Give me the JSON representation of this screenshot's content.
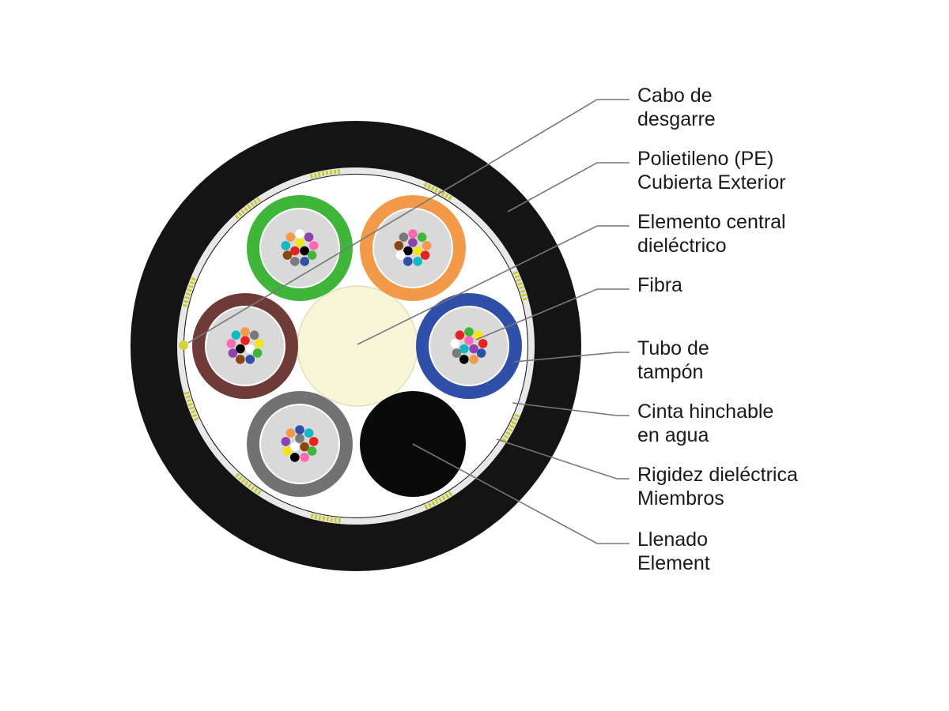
{
  "colors": {
    "jacket": "#141414",
    "tape": "#e8e8e8",
    "tape_stripe": "#c9c93a",
    "core_fill": "#ffffff",
    "central_element": "#f8f6d8",
    "filler": "#0a0a0a",
    "leader": "#777777",
    "tube_inner": "#d9d9d9"
  },
  "tubes": [
    {
      "name": "green",
      "color": "#3fb53a",
      "fiber_colors": [
        "#f3e51b",
        "#000000",
        "#e52421",
        "#ffffff",
        "#8e44ad",
        "#ff69b4",
        "#3fb53a",
        "#2f4fa8",
        "#7a7a7a",
        "#8b4513",
        "#14b8c4",
        "#f39a4a"
      ]
    },
    {
      "name": "orange",
      "color": "#f39a4a",
      "fiber_colors": [
        "#8e44ad",
        "#f3e51b",
        "#000000",
        "#ff69b4",
        "#3fb53a",
        "#f39a4a",
        "#e52421",
        "#14b8c4",
        "#2f4fa8",
        "#ffffff",
        "#8b4513",
        "#7a7a7a"
      ]
    },
    {
      "name": "brown",
      "color": "#6e3b38",
      "fiber_colors": [
        "#e52421",
        "#ffffff",
        "#000000",
        "#f39a4a",
        "#7a7a7a",
        "#f3e51b",
        "#3fb53a",
        "#2f4fa8",
        "#8b4513",
        "#8e44ad",
        "#ff69b4",
        "#14b8c4"
      ]
    },
    {
      "name": "blue",
      "color": "#2f4fa8",
      "fiber_colors": [
        "#ff69b4",
        "#8e44ad",
        "#14b8c4",
        "#3fb53a",
        "#f3e51b",
        "#e52421",
        "#2f4fa8",
        "#f39a4a",
        "#000000",
        "#7a7a7a",
        "#ffffff",
        "#e52421"
      ]
    },
    {
      "name": "gray",
      "color": "#727272",
      "fiber_colors": [
        "#7a7a7a",
        "#8b4513",
        "#ffffff",
        "#2f4fa8",
        "#14b8c4",
        "#e52421",
        "#3fb53a",
        "#ff69b4",
        "#000000",
        "#f3e51b",
        "#8e44ad",
        "#f39a4a"
      ]
    }
  ],
  "labels": [
    {
      "id": "rip-cord",
      "lines": [
        "Cabo de",
        "desgarre"
      ]
    },
    {
      "id": "outer-sheath",
      "lines": [
        "Polietileno (PE)",
        "Cubierta Exterior"
      ]
    },
    {
      "id": "central-member",
      "lines": [
        "Elemento central",
        "dieléctrico"
      ]
    },
    {
      "id": "fiber",
      "lines": [
        "Fibra"
      ]
    },
    {
      "id": "buffer-tube",
      "lines": [
        "Tubo de",
        "tampón"
      ]
    },
    {
      "id": "water-blocking-tape",
      "lines": [
        "Cinta hinchable",
        "en agua"
      ]
    },
    {
      "id": "strength-members",
      "lines": [
        "Rigidez dieléctrica",
        "Miembros"
      ]
    },
    {
      "id": "filler",
      "lines": [
        "Llenado",
        "Element"
      ]
    }
  ]
}
